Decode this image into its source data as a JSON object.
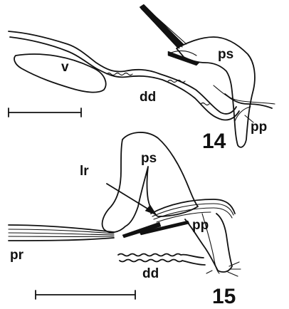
{
  "figures": [
    {
      "number": "14",
      "labels": {
        "vessel": "v",
        "distal_duct": "dd",
        "penial_sheath": "ps",
        "penial_papilla": "pp"
      }
    },
    {
      "number": "15",
      "labels": {
        "penial_sheath": "ps",
        "lr": "lr",
        "penial_papilla": "pp",
        "penial_retractor": "pr",
        "distal_duct": "dd"
      }
    }
  ]
}
